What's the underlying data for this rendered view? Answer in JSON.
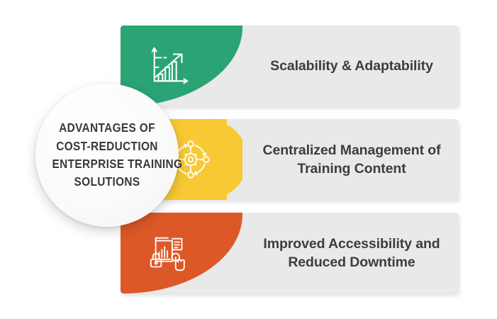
{
  "title": {
    "lines": [
      "ADVANTAGES OF",
      "COST-REDUCTION",
      "ENTERPRISE TRAINING",
      "SOLUTIONS"
    ],
    "full_text": "ADVANTAGES OF COST-REDUCTION ENTERPRISE TRAINING SOLUTIONS"
  },
  "colors": {
    "green": "#2aa474",
    "yellow": "#f8c935",
    "orange": "#dd5827",
    "bar_gray": "#e9e9e9",
    "text_dark": "#3d3d3d",
    "circle_fill": "#fafafa",
    "background": "#ffffff"
  },
  "rows": [
    {
      "label": "Scalability & Adaptability",
      "label_lines": [
        "Scalability & Adaptability"
      ],
      "color": "#2aa474",
      "color_name": "green",
      "icon": "growth-chart-arrow-icon"
    },
    {
      "label": "Centralized Management of Training Content",
      "label_lines": [
        "Centralized Management of",
        "Training Content"
      ],
      "color": "#f8c935",
      "color_name": "yellow",
      "icon": "gear-network-nodes-icon"
    },
    {
      "label": "Improved Accessibility and Reduced Downtime",
      "label_lines": [
        "Improved Accessibility and",
        "Reduced Downtime"
      ],
      "color": "#dd5827",
      "color_name": "orange",
      "icon": "secure-document-touch-icon"
    }
  ]
}
